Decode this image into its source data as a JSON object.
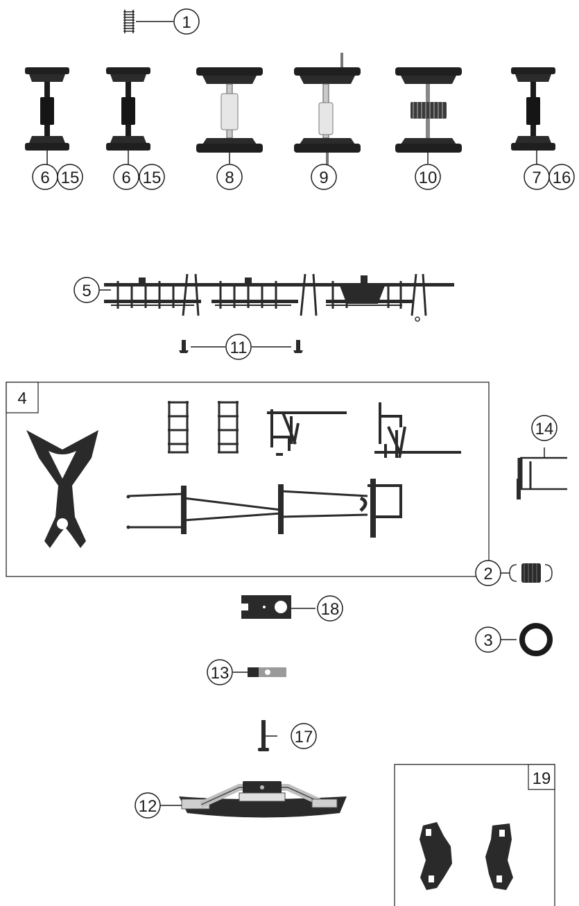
{
  "part_numbers": {
    "p1": "1",
    "p2": "2",
    "p3": "3",
    "p4": "4",
    "p5": "5",
    "p6": "6",
    "p7": "7",
    "p8": "8",
    "p9": "9",
    "p10": "10",
    "p11": "11",
    "p12": "12",
    "p13": "13",
    "p14": "14",
    "p15": "15",
    "p16": "16",
    "p17": "17",
    "p18": "18",
    "p19": "19"
  },
  "colors": {
    "part": "#1f1f1f",
    "plastic": "#e6e6e6",
    "line": "#1a1a1a"
  }
}
